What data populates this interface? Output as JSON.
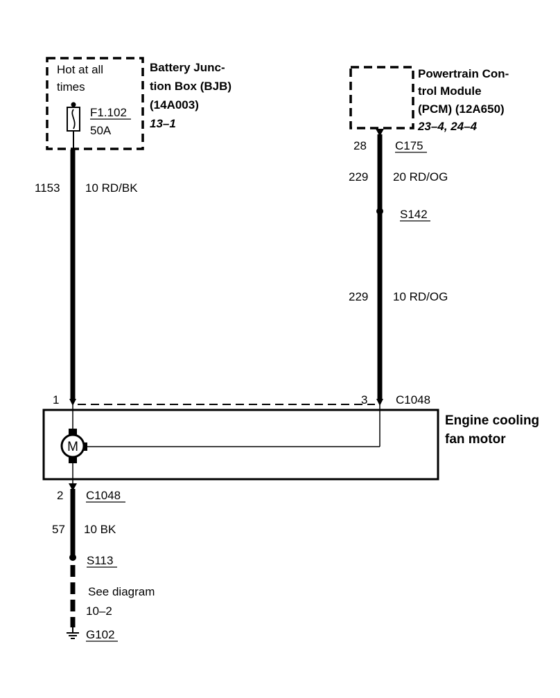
{
  "bjb": {
    "hot_line1": "Hot at all",
    "hot_line2": "times",
    "fuse_id": "F1.102",
    "fuse_rating": "50A",
    "name_line1": "Battery Junc-",
    "name_line2": "tion Box (BJB)",
    "part_number": "(14A003)",
    "page_ref": "13–1"
  },
  "pcm": {
    "name_line1": "Powertrain Con-",
    "name_line2": "trol Module",
    "name_line3": "(PCM) (12A650)",
    "page_ref": "23–4, 24–4"
  },
  "wires": {
    "bjb_circuit": "1153",
    "bjb_gauge_color": "10 RD/BK",
    "pcm_pin": "28",
    "pcm_connector": "C175",
    "pcm_circuit_upper": "229",
    "pcm_gauge_upper": "20 RD/OG",
    "splice_upper": "S142",
    "pcm_circuit_lower": "229",
    "pcm_gauge_lower": "10 RD/OG",
    "ground_circuit": "57",
    "ground_gauge_color": "10 BK",
    "splice_lower": "S113"
  },
  "motor": {
    "pin_left": "1",
    "pin_right": "3",
    "connector_top": "C1048",
    "label_line1": "Engine cooling",
    "label_line2": "fan motor",
    "symbol": "M",
    "pin_bottom": "2",
    "connector_bottom": "C1048"
  },
  "ground": {
    "see_line1": "See diagram",
    "see_line2": "10–2",
    "name": "G102"
  }
}
